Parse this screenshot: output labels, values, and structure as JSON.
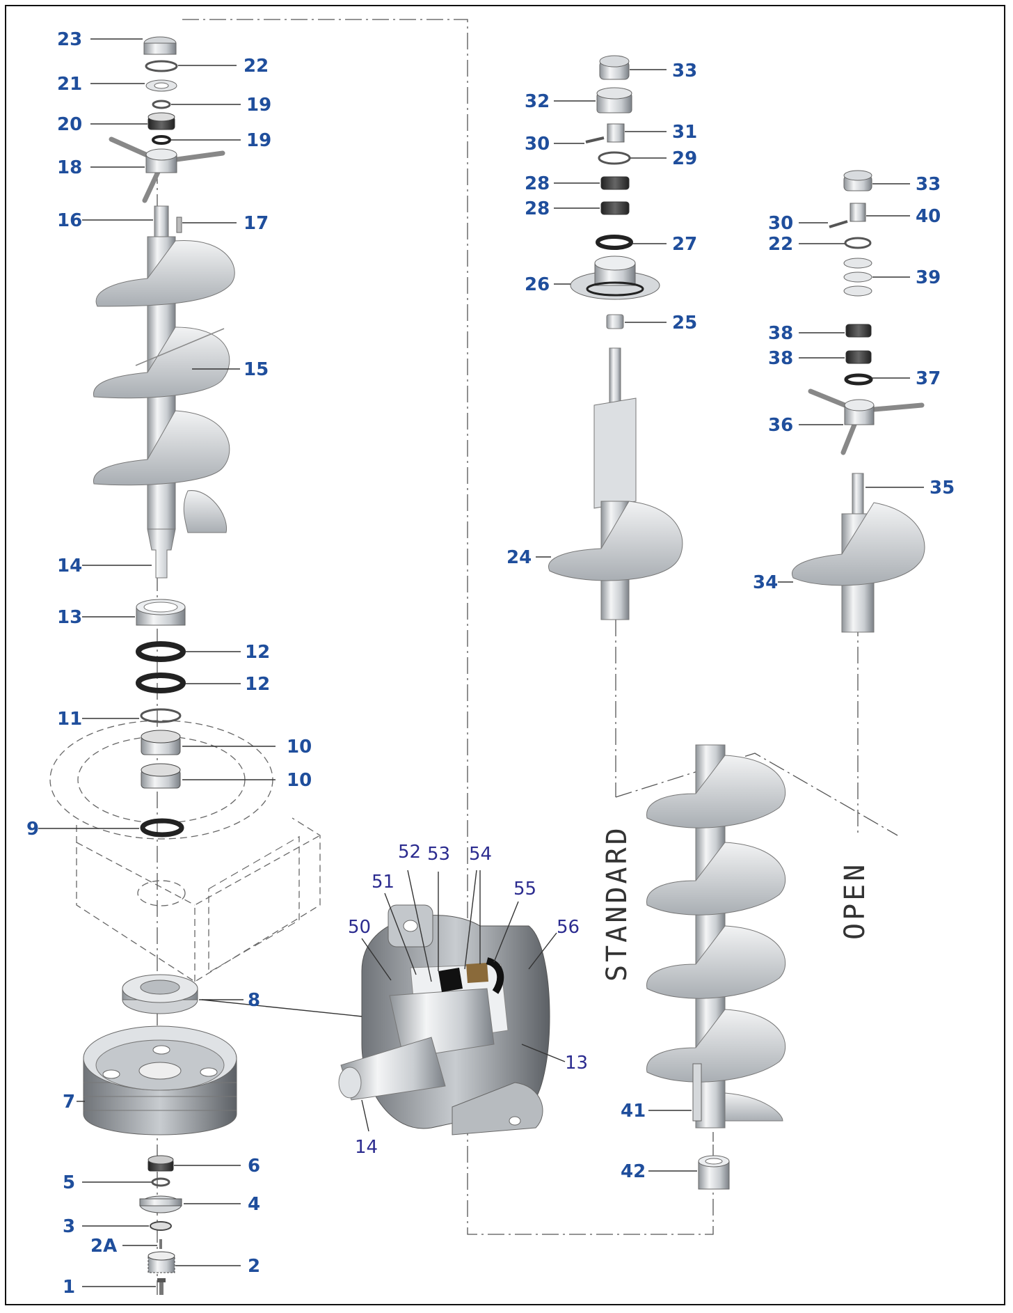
{
  "accent_color": "#1f4e9c",
  "callout_color_detail": "#2b2b8f",
  "views": {
    "standard": "STANDARD",
    "open": "OPEN"
  },
  "left_assembly_labels": [
    "23",
    "22",
    "21",
    "19",
    "20",
    "19",
    "18",
    "16",
    "17",
    "15",
    "14",
    "13",
    "12",
    "12",
    "11",
    "10",
    "10",
    "9",
    "8",
    "7",
    "6",
    "5",
    "4",
    "3",
    "2A",
    "2",
    "1"
  ],
  "standard_labels": [
    "33",
    "32",
    "30",
    "31",
    "29",
    "28",
    "28",
    "27",
    "26",
    "25",
    "24",
    "41",
    "42"
  ],
  "open_labels": [
    "33",
    "30",
    "40",
    "22",
    "39",
    "38",
    "38",
    "37",
    "36",
    "35",
    "34"
  ],
  "detail_labels": [
    "50",
    "51",
    "52",
    "53",
    "54",
    "55",
    "56",
    "13",
    "14"
  ]
}
